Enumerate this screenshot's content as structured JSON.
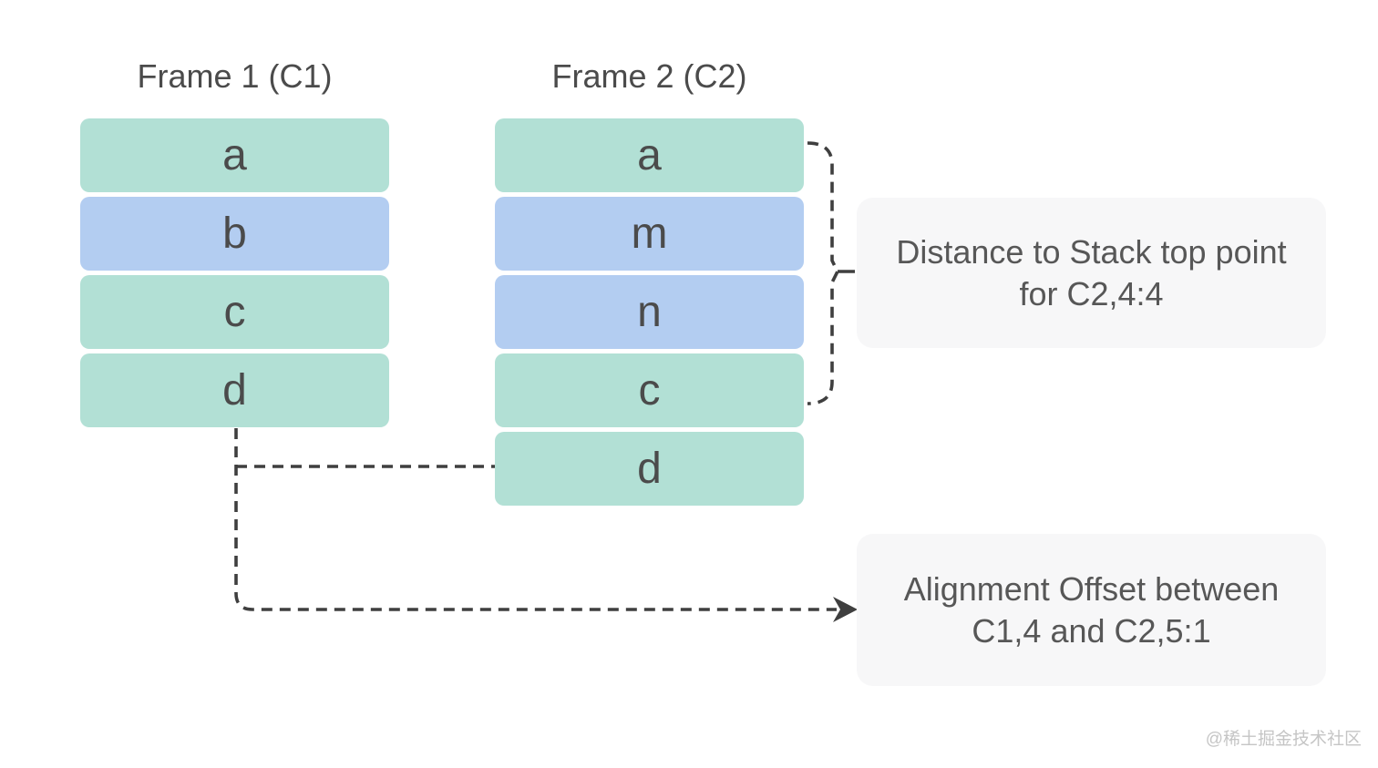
{
  "palette": {
    "background": "#ffffff",
    "box_green": "#b2e0d5",
    "box_blue": "#b3cdf1",
    "connector": "#3f3f3f",
    "box_text": "#4b4b4b",
    "title_text": "#4b4b4b",
    "label_bg": "#f7f7f8",
    "label_text": "#575757",
    "watermark_text": "#c5c5c5"
  },
  "frames": [
    {
      "title": "Frame 1 (C1)",
      "boxes": [
        {
          "label": "a",
          "color": "#b2e0d5"
        },
        {
          "label": "b",
          "color": "#b3cdf1"
        },
        {
          "label": "c",
          "color": "#b2e0d5"
        },
        {
          "label": "d",
          "color": "#b2e0d5"
        }
      ]
    },
    {
      "title": "Frame 2 (C2)",
      "boxes": [
        {
          "label": "a",
          "color": "#b2e0d5"
        },
        {
          "label": "m",
          "color": "#b3cdf1"
        },
        {
          "label": "n",
          "color": "#b3cdf1"
        },
        {
          "label": "c",
          "color": "#b2e0d5"
        },
        {
          "label": "d",
          "color": "#b2e0d5"
        }
      ]
    }
  ],
  "annotations": [
    {
      "text": "Distance to Stack top point for C2,4:4"
    },
    {
      "text": "Alignment Offset between C1,4 and C2,5:1"
    }
  ],
  "watermark": "@稀土掘金技术社区"
}
